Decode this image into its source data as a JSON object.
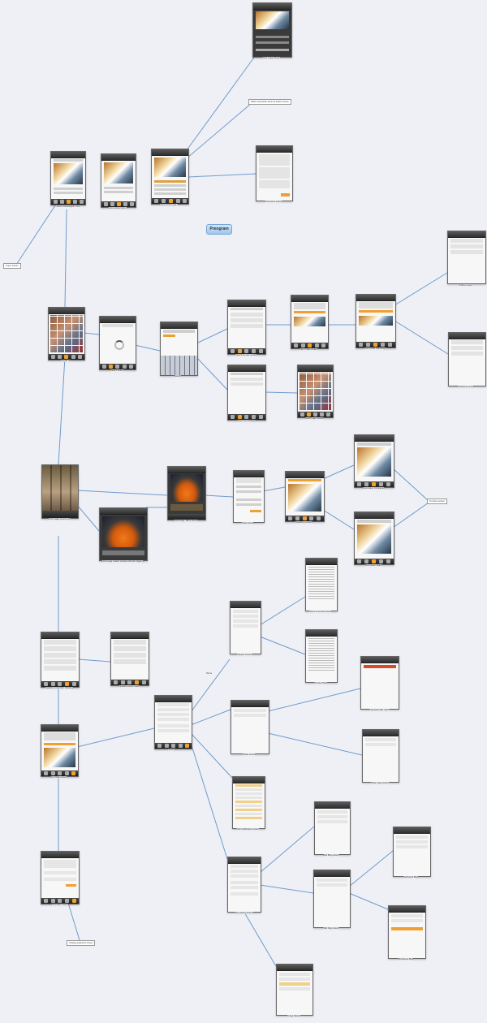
{
  "title": "Preogram",
  "nodes": {
    "view_image_show": {
      "label": "View image Show"
    },
    "home_image_1": {
      "label": "Home screen/type 1 sm"
    },
    "home_image_2": {
      "label": "Home screen type 2"
    },
    "home_image_3": {
      "label": "Home screen type 3"
    },
    "comments": {
      "label": "Comments screen"
    },
    "popular": {
      "label": "Popular tab"
    },
    "search_active": {
      "label": "Search active"
    },
    "search": {
      "label": "Search"
    },
    "search_user": {
      "label": "Search by user results"
    },
    "search_hashtag": {
      "label": "Search by hashtag"
    },
    "user_profile": {
      "label": "User Profile screen"
    },
    "user_following": {
      "label": "User profile (following)"
    },
    "follow_screen": {
      "label": "Follow screen"
    },
    "following_screen": {
      "label": "Following screen"
    },
    "search_tags_results": {
      "label": "search tags results"
    },
    "camera": {
      "label": "Post Image camera roll"
    },
    "crop": {
      "label": "post image custom camera roll and cropping"
    },
    "filters": {
      "label": "post image, filters screen"
    },
    "share": {
      "label": "Share screen"
    },
    "uploading": {
      "label": "Uploading screen"
    },
    "post_complete": {
      "label": "Post screen Completed"
    },
    "post_failed": {
      "label": "Post screen failed"
    },
    "terms": {
      "label": "Terms of service screen"
    },
    "privacy": {
      "label": "Privacy Policy"
    },
    "support": {
      "label": "Support screen"
    },
    "news_following": {
      "label": "Updates screen/tab: following"
    },
    "news_yours": {
      "label": "Updates screen news"
    },
    "settings": {
      "label": "Settings"
    },
    "my_profile": {
      "label": "My Profile screen"
    },
    "facebook": {
      "label": "Facebook after login"
    },
    "share_settings": {
      "label": "Share screen"
    },
    "twitter": {
      "label": "twitter login screen"
    },
    "push": {
      "label": "Push Notification screen"
    },
    "edit_blog": {
      "label": "Edit Blog screen"
    },
    "selfhosted": {
      "label": "Selfhosted Blog"
    },
    "add_blog": {
      "label": "Add blog screen"
    },
    "wordpress": {
      "label": "Wordpress Blog"
    },
    "blog_options": {
      "label": "Blog options screen"
    },
    "edit_profile": {
      "label": "Edit profile screen"
    },
    "image_resize": {
      "label": "Image Resize"
    }
  },
  "notes": {
    "log_in": "Log in screen",
    "share_options": "Share screen/the same as button screen",
    "to_home": "To Home screen",
    "change_password": "Change password screen"
  },
  "tabs_label": "Terms"
}
